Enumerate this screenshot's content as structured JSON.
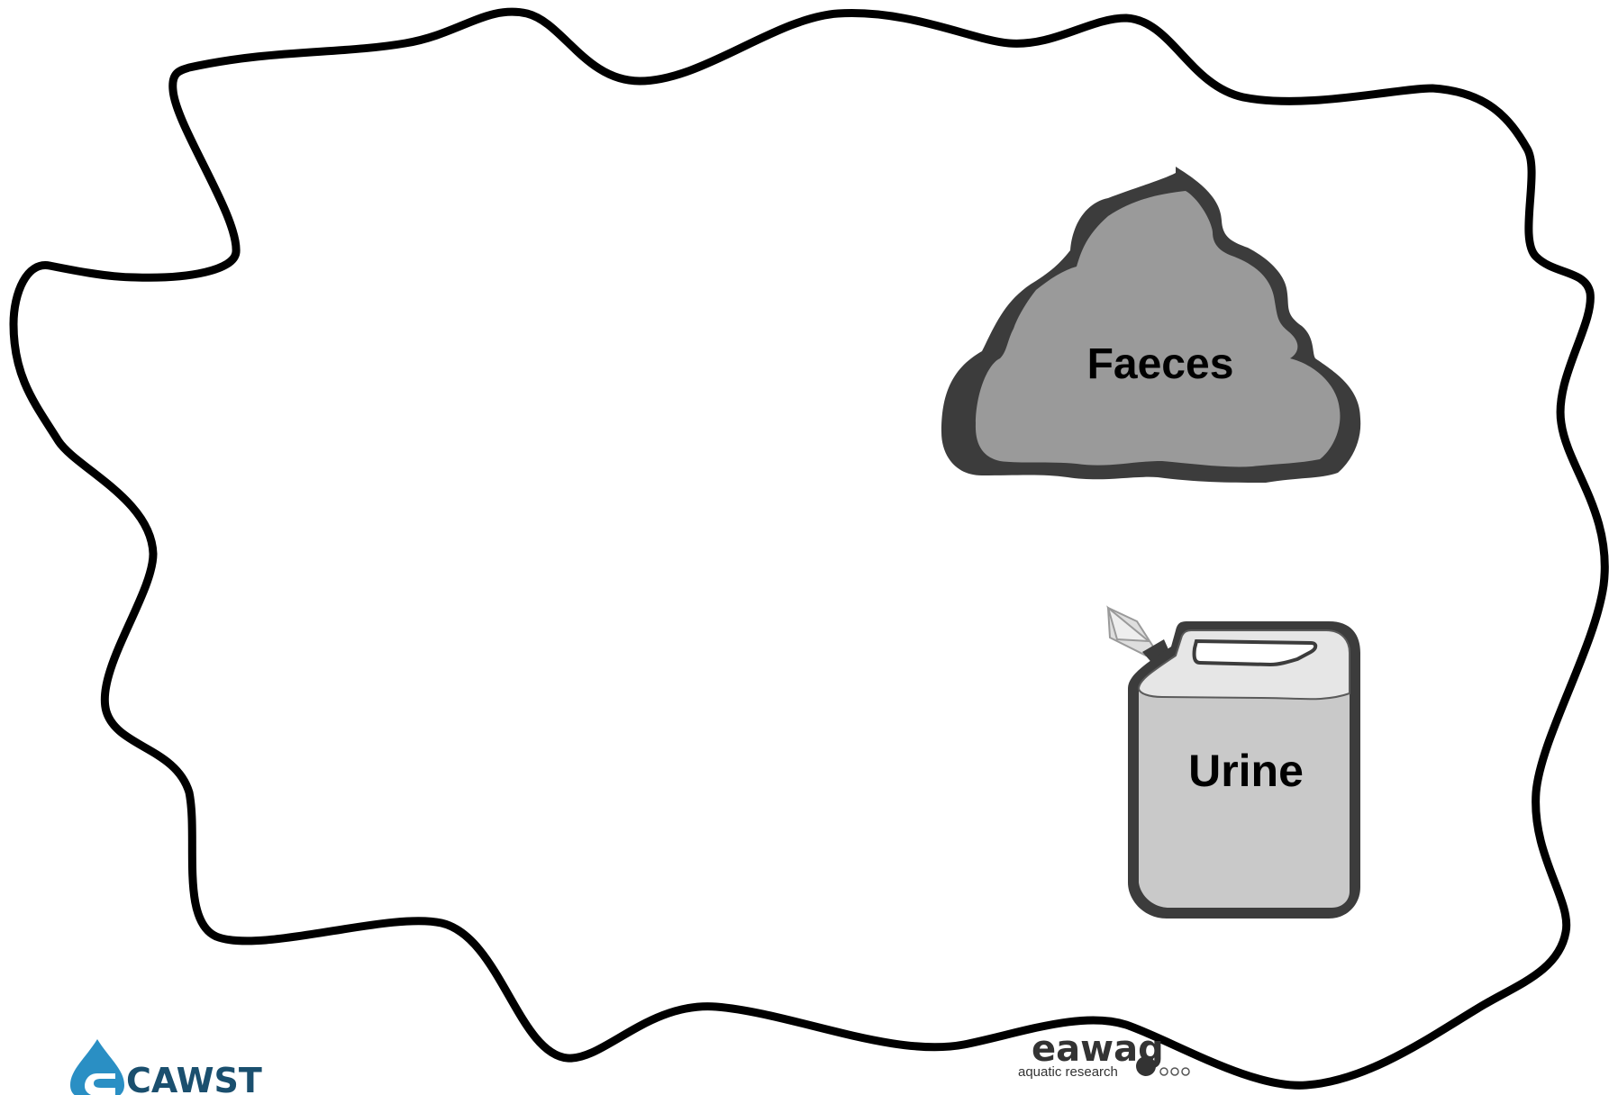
{
  "diagram": {
    "items": [
      {
        "id": "faeces",
        "label": "Faeces",
        "icon": "faeces-pile-icon",
        "fill": "#9a9a9a",
        "outline": "#3c3c3c"
      },
      {
        "id": "urine",
        "label": "Urine",
        "icon": "jerrycan-icon",
        "fill": "#c9c9c9",
        "top_fill": "#e6e6e6",
        "outline": "#3c3c3c"
      }
    ]
  },
  "logos": {
    "cawst": {
      "text": "CAWST",
      "color": "#1a4f6e",
      "accent": "#2a8fc4"
    },
    "eawag": {
      "text": "eawag",
      "tagline": "aquatic research",
      "color": "#333333"
    }
  }
}
